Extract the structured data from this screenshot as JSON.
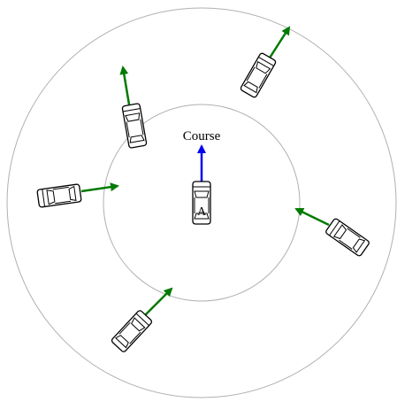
{
  "diagram": {
    "course_label": "Course",
    "ego_vehicle_label": "A",
    "colors": {
      "background": "#ffffff",
      "ring": "#b0b0b0",
      "course_arrow": "#0000ee",
      "vehicle_arrow": "#007a00",
      "vehicle_outline": "#000000"
    },
    "rings": [
      "inner-zone",
      "outer-zone"
    ],
    "surrounding_vehicles": [
      {
        "id": "left",
        "heading_direction": "toward-inner-ring"
      },
      {
        "id": "upper-left",
        "heading_direction": "outward"
      },
      {
        "id": "upper-right",
        "heading_direction": "outward"
      },
      {
        "id": "right",
        "heading_direction": "toward-inner-ring"
      },
      {
        "id": "lower-left",
        "heading_direction": "toward-inner-ring"
      }
    ]
  }
}
